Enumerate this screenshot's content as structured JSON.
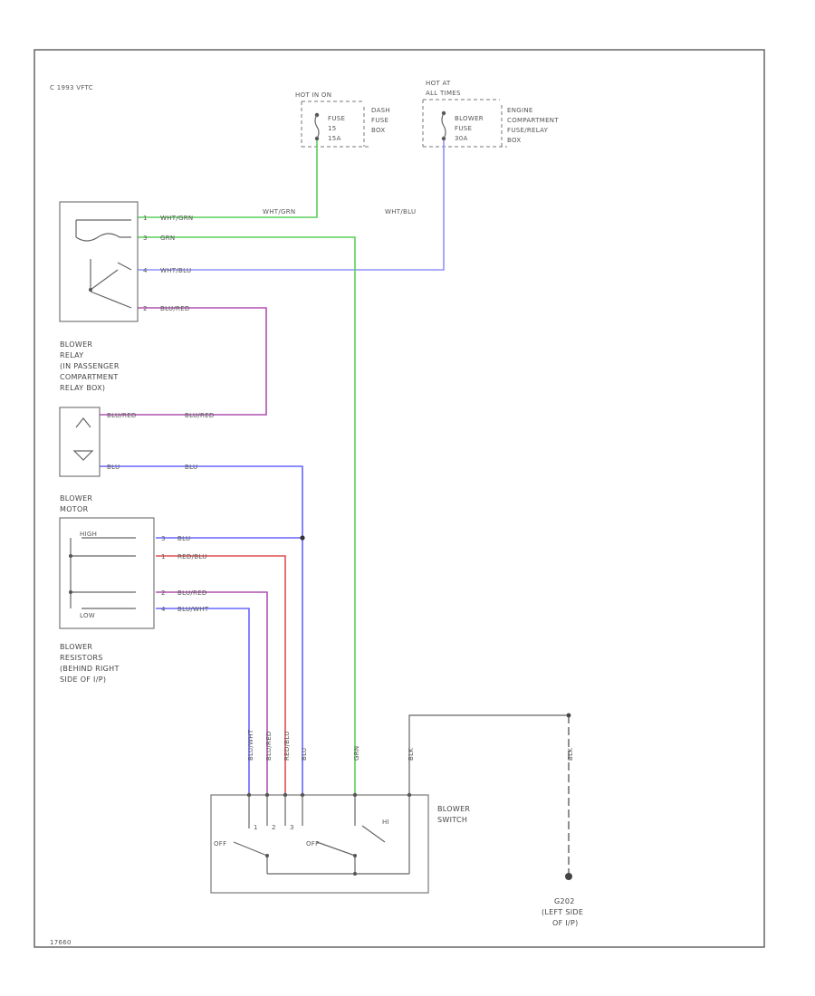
{
  "diagram": {
    "header_label": "C 1993 VFTC",
    "corner_code": "17660",
    "fuses": {
      "left": {
        "feed": "HOT IN ON",
        "fuse_line1": "FUSE",
        "fuse_line2": "15",
        "fuse_line3": "15A",
        "box_line1": "DASH",
        "box_line2": "FUSE",
        "box_line3": "BOX"
      },
      "right": {
        "feed_line1": "HOT AT",
        "feed_line2": "ALL TIMES",
        "fuse_line1": "BLOWER",
        "fuse_line2": "FUSE",
        "fuse_line3": "30A",
        "box_line1": "ENGINE",
        "box_line2": "COMPARTMENT",
        "box_line3": "FUSE/RELAY",
        "box_line4": "BOX"
      }
    },
    "wire_labels": {
      "wht_grn_top": "WHT/GRN",
      "wht_blu_top": "WHT/BLU",
      "relay_p1": "WHT/GRN",
      "relay_p2": "GRN",
      "relay_p3": "WHT/BLU",
      "relay_p4": "BLU/RED",
      "motor_a": "BLU/RED",
      "motor_a2": "BLU/RED",
      "motor_b": "BLU",
      "motor_b2": "BLU",
      "res_1": "BLU",
      "res_2": "RED/BLU",
      "res_3": "BLU/RED",
      "res_4": "BLU/WHT",
      "sw_1": "BLU/WHT",
      "sw_2": "BLU/RED",
      "sw_3": "RED/BLU",
      "sw_4": "BLU",
      "sw_5": "GRN",
      "sw_6": "BLK",
      "gnd": "BLK"
    },
    "pins": {
      "relay": [
        "1",
        "3",
        "4",
        "2"
      ],
      "res": [
        "3",
        "1",
        "2",
        "4"
      ]
    },
    "components": {
      "relay_line1": "BLOWER",
      "relay_line2": "RELAY",
      "relay_line3": "(IN PASSENGER",
      "relay_line4": "COMPARTMENT",
      "relay_line5": "RELAY BOX)",
      "motor_line1": "BLOWER",
      "motor_line2": "MOTOR",
      "res_line1": "BLOWER",
      "res_line2": "RESISTORS",
      "res_line3": "(BEHIND RIGHT",
      "res_line4": "SIDE OF I/P)",
      "switch_line1": "BLOWER",
      "switch_line2": "SWITCH",
      "ground_line1": "G202",
      "ground_line2": "(LEFT SIDE",
      "ground_line3": "OF I/P)",
      "res_high": "HIGH",
      "res_low": "LOW",
      "sw_off": "OFF",
      "sw_hi": "HI",
      "sw_1": "1",
      "sw_2": "2",
      "sw_3": "3"
    },
    "wire_colors": {
      "green": "#5ad05a",
      "blue": "#6666ff",
      "red": "#e05050",
      "purple": "#b050b0",
      "light_blue": "#9090ff",
      "black": "#666666"
    }
  }
}
